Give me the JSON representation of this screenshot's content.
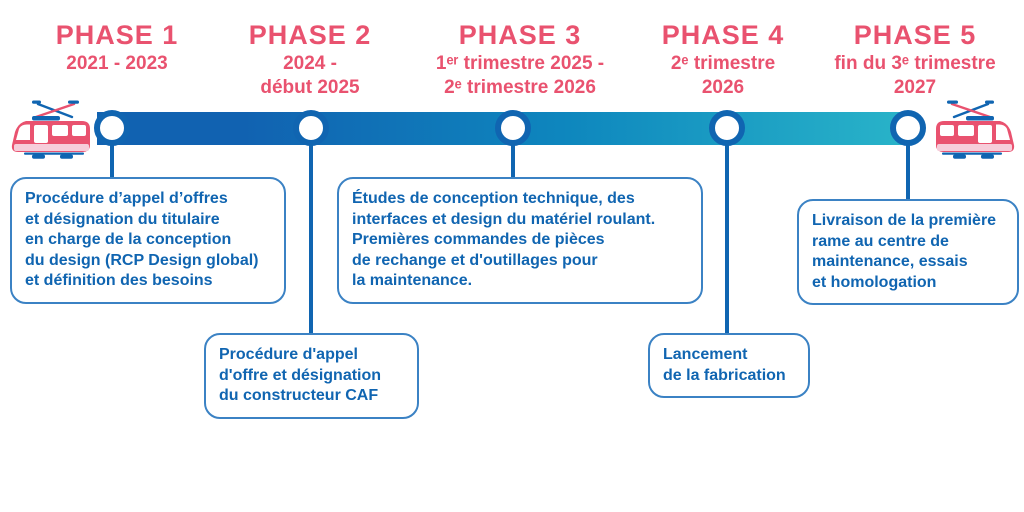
{
  "palette": {
    "pink": "#e9526f",
    "pink-light": "#f6cdda",
    "blue": "#1065b1",
    "box-border": "#3b82c4",
    "bar-start": "#1162b1",
    "bar-mid": "#0e87be",
    "bar-end": "#29b4c9",
    "bg": "#ffffff"
  },
  "phases": [
    {
      "title": "PHASE 1",
      "dates": "2021 - 2023",
      "note": "Procédure d’appel d’offres\net désignation du titulaire\nen charge de la conception\ndu design (RCP Design global)\net définition des besoins"
    },
    {
      "title": "PHASE 2",
      "dates": "2024 -\ndébut 2025",
      "note": "Procédure d'appel\nd'offre et désignation\ndu constructeur CAF"
    },
    {
      "title": "PHASE 3",
      "dates": "1ᵉʳ trimestre 2025 -\n2ᵉ trimestre 2026",
      "note": "Études de conception technique, des\ninterfaces et design du matériel roulant.\nPremières commandes de pièces\nde rechange et d'outillages pour\nla maintenance."
    },
    {
      "title": "PHASE 4",
      "dates": "2ᵉ trimestre\n2026",
      "note": "Lancement\nde la fabrication"
    },
    {
      "title": "PHASE 5",
      "dates": "fin du 3ᵉ trimestre\n2027",
      "note": "Livraison de la première\nrame au centre de\nmaintenance, essais\net homologation"
    }
  ],
  "icons": {
    "left_tram": "tram-icon",
    "right_tram": "tram-icon"
  }
}
